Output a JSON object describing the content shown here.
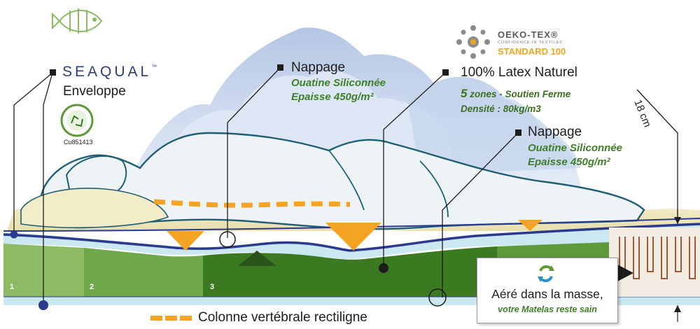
{
  "brand": {
    "seaqual": "SEAQUAL",
    "tm": "™",
    "envelope": "Enveloppe",
    "cert_code": "Cu851413"
  },
  "oekotex": {
    "name": "OEKO-TEX®",
    "tagline": "CONFIDENCE IN TEXTILES",
    "standard": "STANDARD 100"
  },
  "layers": {
    "nappage_top": {
      "title": "Nappage",
      "line1": "Ouatine Siliconnée",
      "line2": "Epaisse 450g/m²"
    },
    "latex": {
      "title": "100% Latex Naturel",
      "zones_num": "5",
      "zones_text": " zones - Soutien Ferme",
      "density": "Densité : 80kg/m3"
    },
    "nappage_right": {
      "title": "Nappage",
      "line1": "Ouatine Siliconnée",
      "line2": "Epaisse 450g/m²"
    }
  },
  "thickness": "18 cm",
  "zones": [
    "1",
    "2",
    "3"
  ],
  "aere": {
    "line1": "Aéré dans la masse,",
    "line2": "votre Matelas reste sain"
  },
  "legend": {
    "spine": "Colonne vertébrale rectiligne"
  },
  "colors": {
    "green_dark": "#3c7a22",
    "green_mid": "#5e9a3a",
    "green_light": "#8cbb63",
    "ice": "#cbe8f0",
    "navy": "#2b3a8c",
    "orange": "#f4a322",
    "teal": "#1f5f73"
  }
}
